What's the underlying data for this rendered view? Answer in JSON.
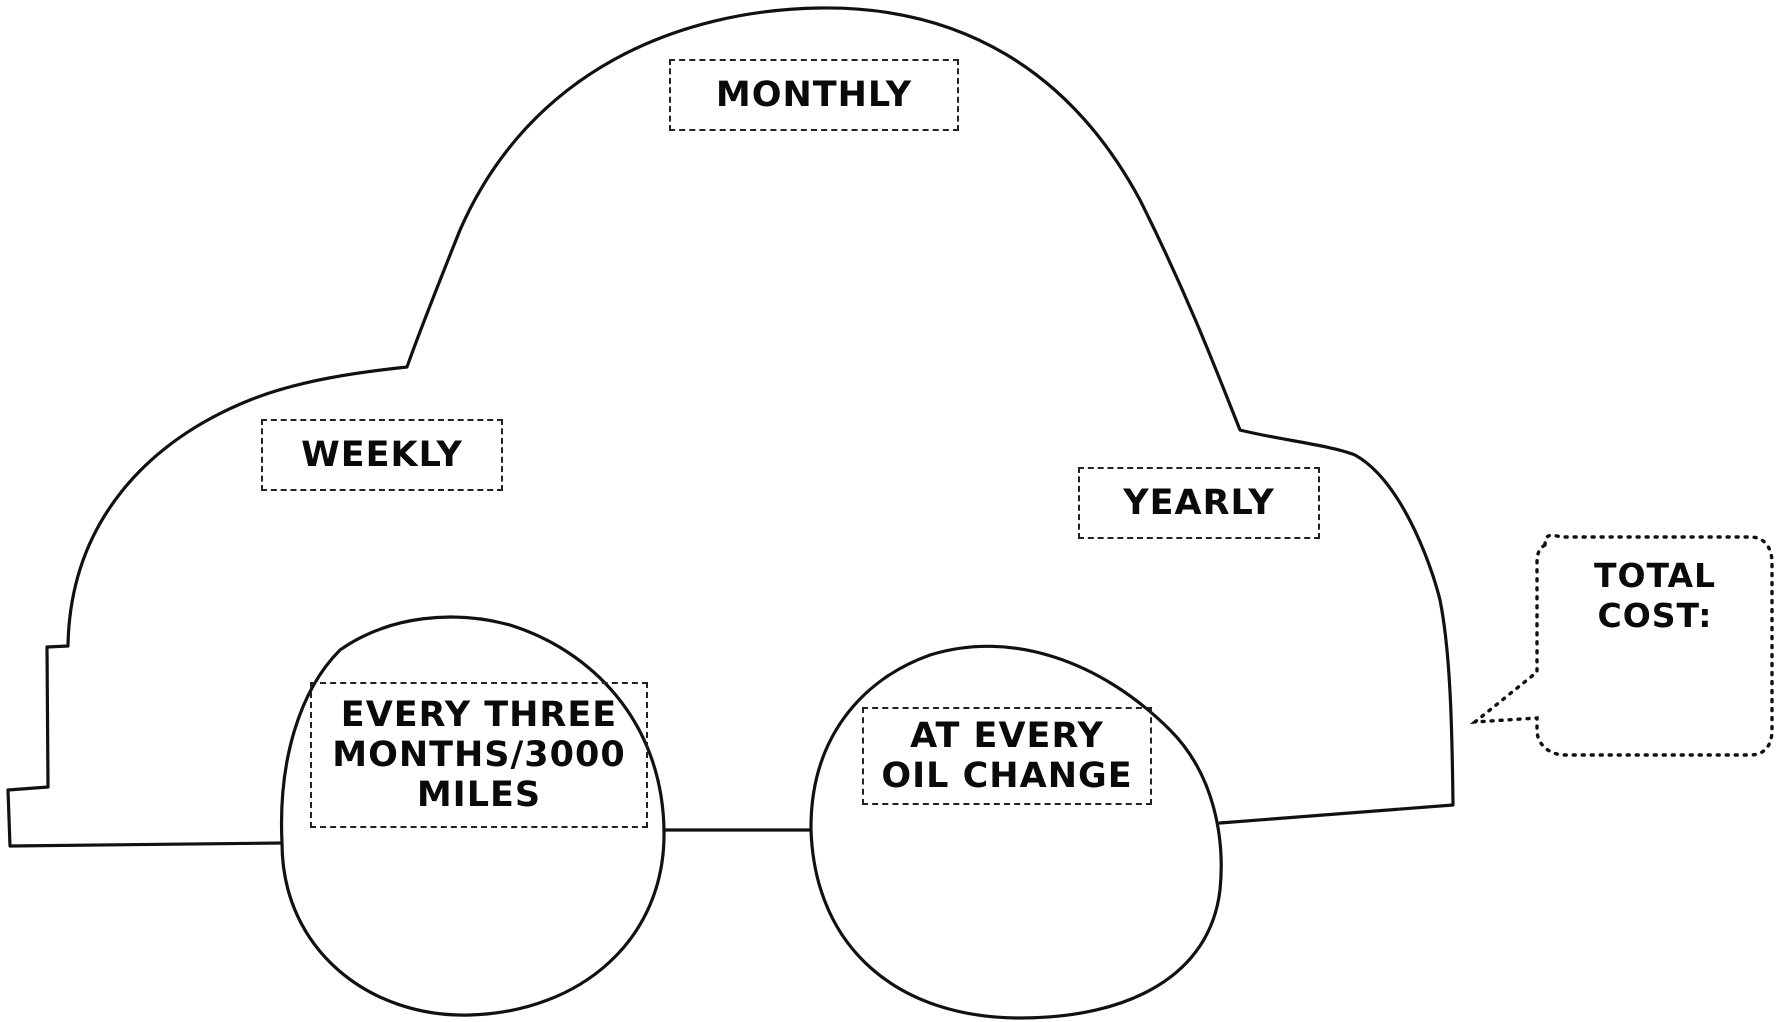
{
  "labels": {
    "monthly": "MONTHLY",
    "weekly": "WEEKLY",
    "yearly": "YEARLY",
    "every_three_months": "EVERY THREE\nMONTHS/3000\nMILES",
    "oil_change": "AT EVERY\nOIL CHANGE",
    "total_cost": "TOTAL\nCOST:"
  }
}
